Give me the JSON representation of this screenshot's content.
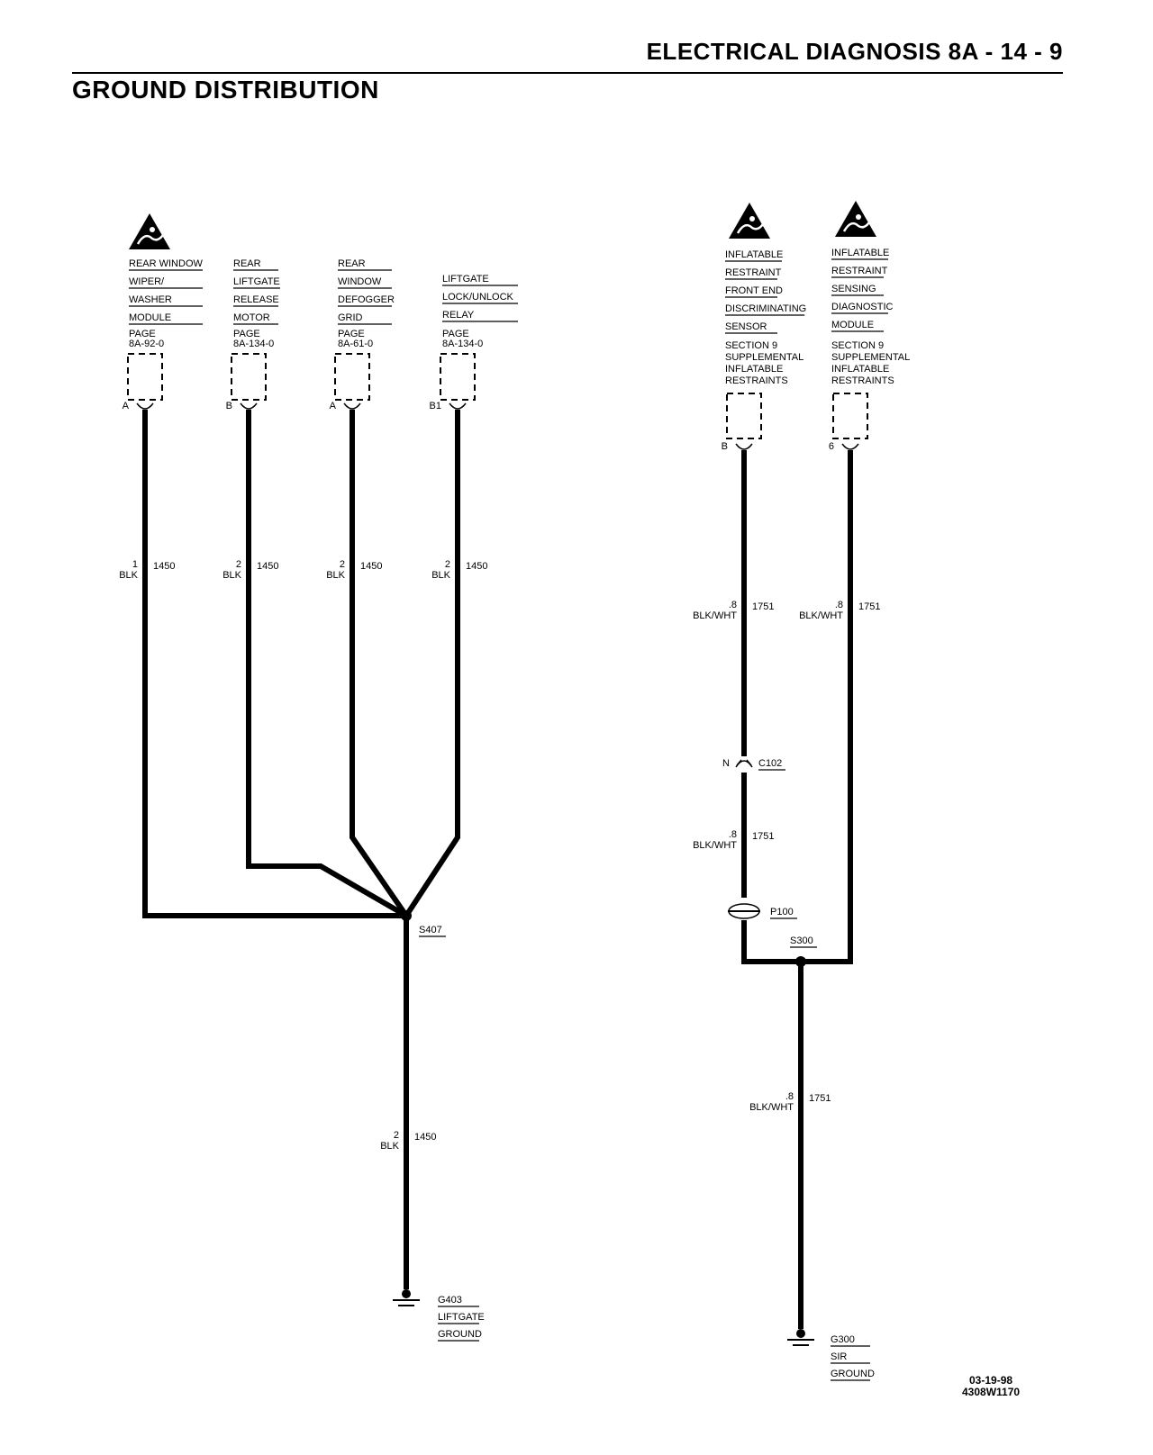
{
  "header": {
    "title": "ELECTRICAL DIAGNOSIS 8A - 14 - 9"
  },
  "section_title": "GROUND DISTRIBUTION",
  "left_components": [
    {
      "name_lines": [
        "REAR WINDOW",
        "WIPER/",
        "WASHER",
        "MODULE"
      ],
      "ref_lines": [
        "PAGE",
        "8A-92-0"
      ],
      "pin": "A",
      "wire": {
        "gauge": "1",
        "color": "BLK",
        "circuit": "1450"
      }
    },
    {
      "name_lines": [
        "REAR",
        "LIFTGATE",
        "RELEASE",
        "MOTOR"
      ],
      "ref_lines": [
        "PAGE",
        "8A-134-0"
      ],
      "pin": "B",
      "wire": {
        "gauge": "2",
        "color": "BLK",
        "circuit": "1450"
      }
    },
    {
      "name_lines": [
        "REAR",
        "WINDOW",
        "DEFOGGER",
        "GRID"
      ],
      "ref_lines": [
        "PAGE",
        "8A-61-0"
      ],
      "pin": "A",
      "wire": {
        "gauge": "2",
        "color": "BLK",
        "circuit": "1450"
      }
    },
    {
      "name_lines": [
        "LIFTGATE",
        "LOCK/UNLOCK",
        "RELAY"
      ],
      "ref_lines": [
        "PAGE",
        "8A-134-0"
      ],
      "pin": "B1",
      "wire": {
        "gauge": "2",
        "color": "BLK",
        "circuit": "1450"
      }
    }
  ],
  "splice_s407": {
    "label": "S407"
  },
  "left_ground_wire": {
    "gauge": "2",
    "color": "BLK",
    "circuit": "1450"
  },
  "ground_g403": {
    "lines": [
      "G403",
      "LIFTGATE",
      "GROUND"
    ]
  },
  "right_components": [
    {
      "name_lines": [
        "INFLATABLE",
        "RESTRAINT",
        "FRONT END",
        "DISCRIMINATING",
        "SENSOR"
      ],
      "ref_lines": [
        "SECTION 9",
        "SUPPLEMENTAL",
        "INFLATABLE",
        "RESTRAINTS"
      ],
      "pin": "B",
      "wire": {
        "gauge": ".8",
        "color": "BLK/WHT",
        "circuit": "1751"
      }
    },
    {
      "name_lines": [
        "INFLATABLE",
        "RESTRAINT",
        "SENSING",
        "DIAGNOSTIC",
        "MODULE"
      ],
      "ref_lines": [
        "SECTION 9",
        "SUPPLEMENTAL",
        "INFLATABLE",
        "RESTRAINTS"
      ],
      "pin": "6",
      "wire": {
        "gauge": ".8",
        "color": "BLK/WHT",
        "circuit": "1751"
      }
    }
  ],
  "connector_c102": {
    "label": "C102",
    "pin": "N"
  },
  "c102_wire": {
    "gauge": ".8",
    "color": "BLK/WHT",
    "circuit": "1751"
  },
  "passthrough_p100": {
    "label": "P100"
  },
  "splice_s300": {
    "label": "S300"
  },
  "right_ground_wire": {
    "gauge": ".8",
    "color": "BLK/WHT",
    "circuit": "1751"
  },
  "ground_g300": {
    "lines": [
      "G300",
      "SIR",
      "GROUND"
    ]
  },
  "footer": {
    "date": "03-19-98",
    "code": "4308W1170"
  }
}
